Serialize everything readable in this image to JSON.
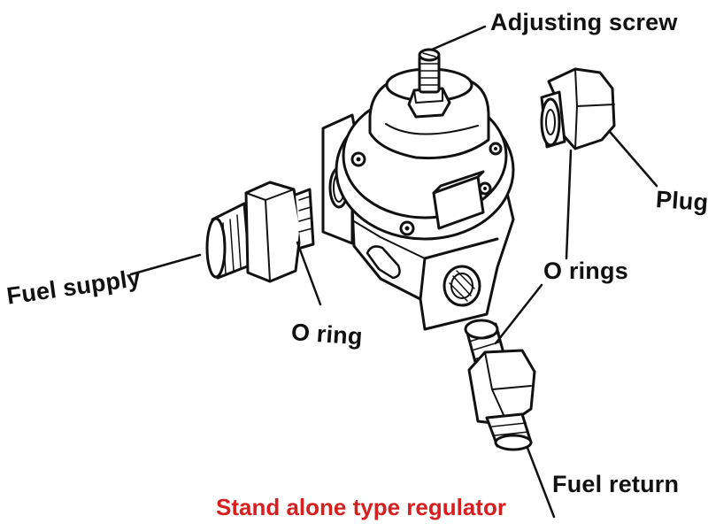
{
  "labels": {
    "adjusting_screw": "Adjusting screw",
    "plug": "Plug",
    "o_rings": "O rings",
    "fuel_supply": "Fuel supply",
    "o_ring": "O ring",
    "fuel_return": "Fuel return"
  },
  "caption": "Stand alone type regulator",
  "colors": {
    "caption": "#d62020",
    "line": "#111111",
    "paper": "#ffffff"
  }
}
